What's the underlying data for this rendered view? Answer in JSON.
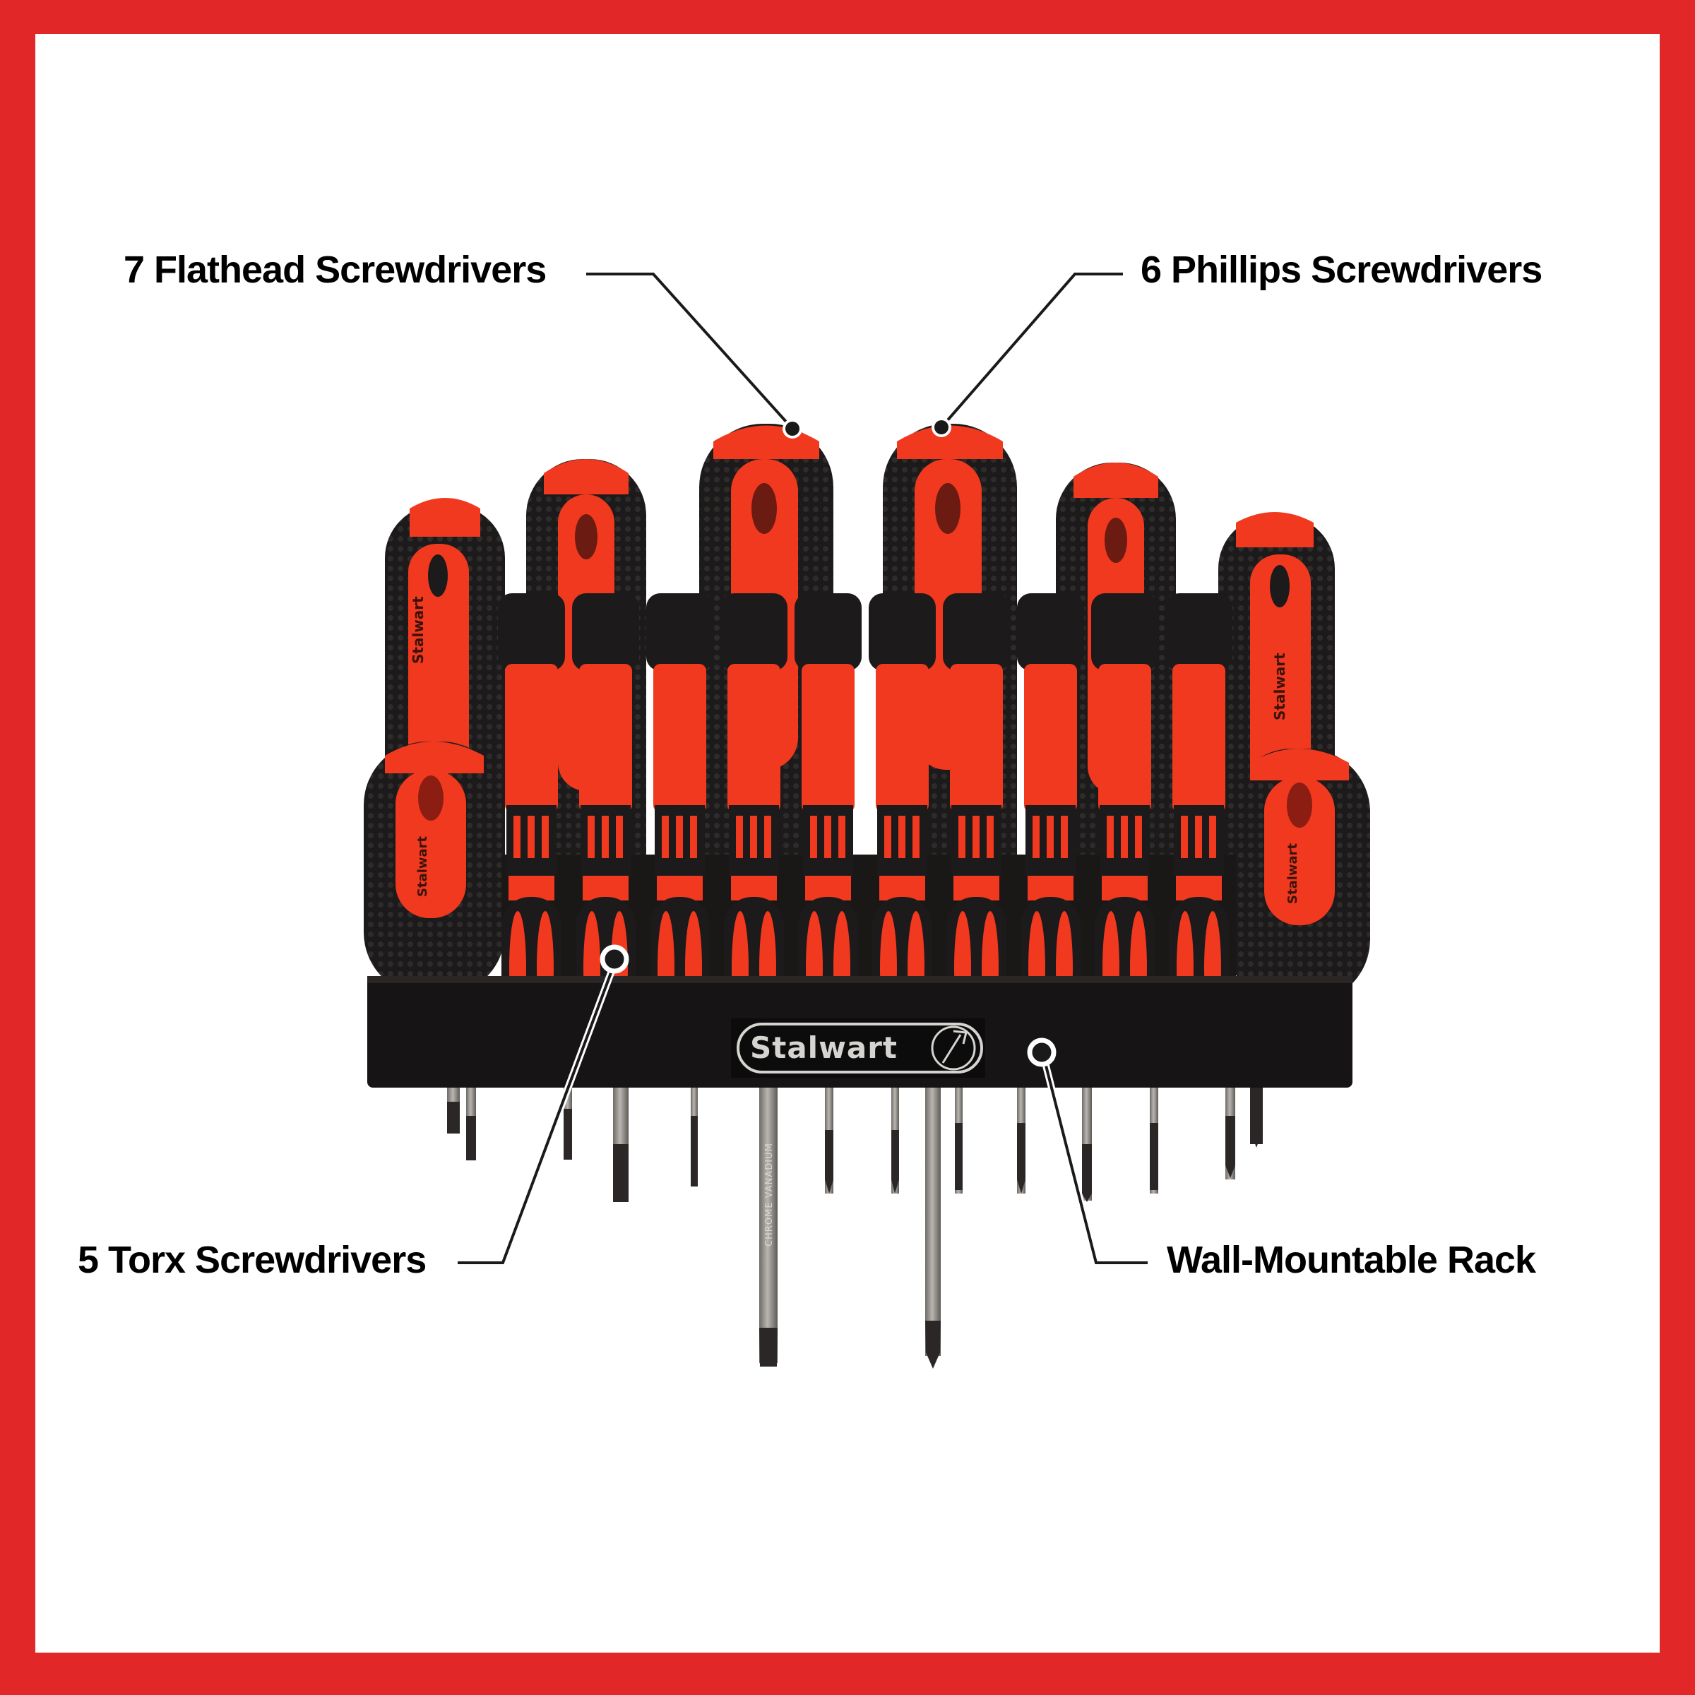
{
  "colors": {
    "border": "#E12727",
    "background": "#FFFFFF",
    "handle_red": "#F0391E",
    "handle_black": "#1C1A1A",
    "rack_black": "#161414",
    "steel": "#8F8C87",
    "label_text": "#000000"
  },
  "callouts": [
    {
      "id": "flathead",
      "label": "7 Flathead Screwdrivers",
      "dot": "filled",
      "side": "top-left"
    },
    {
      "id": "phillips",
      "label": "6 Phillips Screwdrivers",
      "dot": "filled",
      "side": "top-right"
    },
    {
      "id": "torx",
      "label": "5 Torx Screwdrivers",
      "dot": "ring",
      "side": "bottom-left"
    },
    {
      "id": "rack",
      "label": "Wall-Mountable Rack",
      "dot": "ring",
      "side": "bottom-right"
    }
  ],
  "product": {
    "brand": "Stalwart",
    "handle_brand_text": "Stalwart",
    "shaft_engraving": "CHROME VANADIUM",
    "large_screwdrivers": 8,
    "precision_screwdrivers": 10
  }
}
